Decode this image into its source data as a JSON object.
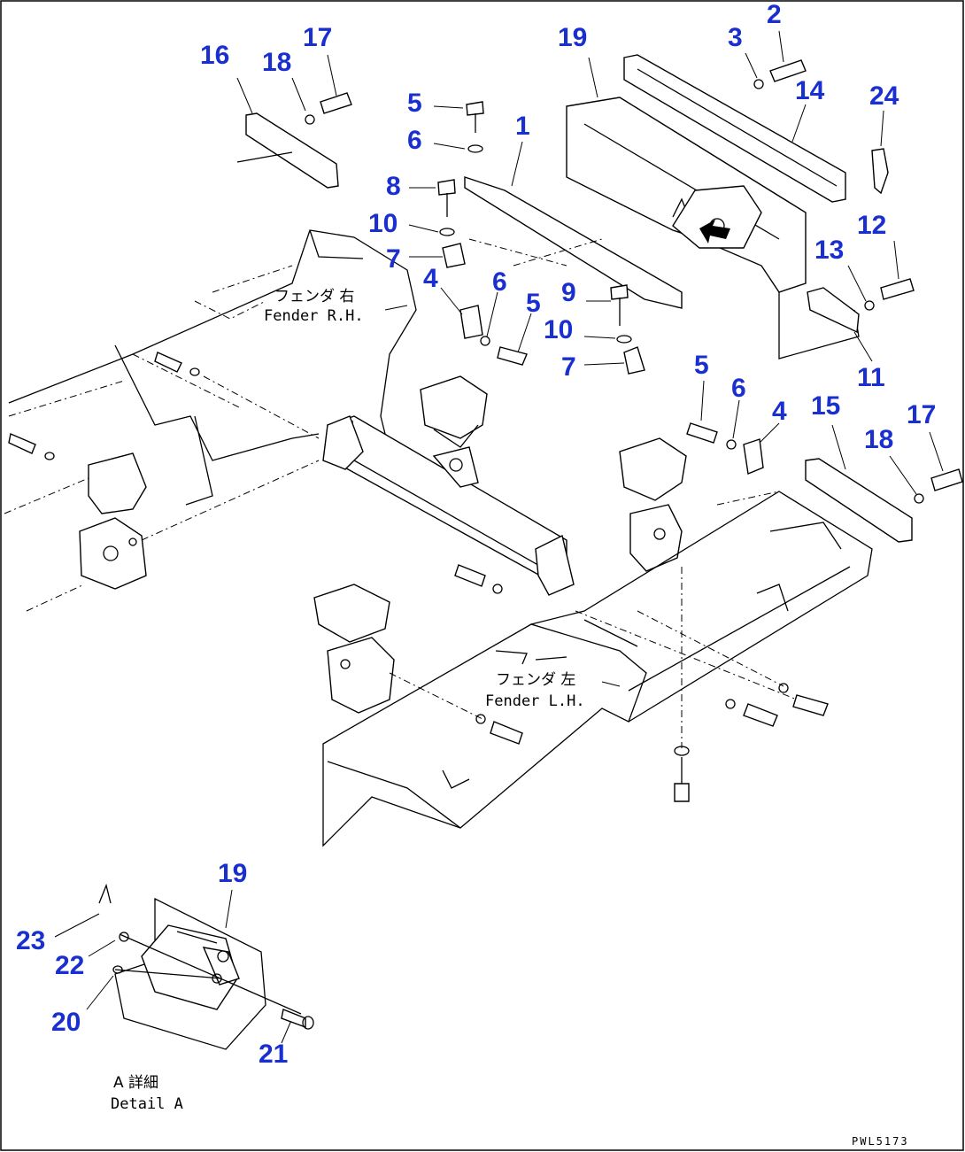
{
  "figure": {
    "code": "PWL5173",
    "fender_right_jp": "フェンダ 右",
    "fender_right_en": "Fender R.H.",
    "fender_left_jp": "フェンダ 左",
    "fender_left_en": "Fender L.H.",
    "detail_jp": "A 詳細",
    "detail_en": "Detail A"
  },
  "callouts": [
    {
      "id": "c16",
      "label": "16"
    },
    {
      "id": "c18a",
      "label": "18"
    },
    {
      "id": "c17a",
      "label": "17"
    },
    {
      "id": "c19a",
      "label": "19"
    },
    {
      "id": "c3",
      "label": "3"
    },
    {
      "id": "c2",
      "label": "2"
    },
    {
      "id": "c14",
      "label": "14"
    },
    {
      "id": "c24",
      "label": "24"
    },
    {
      "id": "c5a",
      "label": "5"
    },
    {
      "id": "c6a",
      "label": "6"
    },
    {
      "id": "c1",
      "label": "1"
    },
    {
      "id": "c8",
      "label": "8"
    },
    {
      "id": "c10a",
      "label": "10"
    },
    {
      "id": "c7a",
      "label": "7"
    },
    {
      "id": "c4a",
      "label": "4"
    },
    {
      "id": "c6b",
      "label": "6"
    },
    {
      "id": "c5b",
      "label": "5"
    },
    {
      "id": "c9",
      "label": "9"
    },
    {
      "id": "c10b",
      "label": "10"
    },
    {
      "id": "c7b",
      "label": "7"
    },
    {
      "id": "c12",
      "label": "12"
    },
    {
      "id": "c13",
      "label": "13"
    },
    {
      "id": "c11",
      "label": "11"
    },
    {
      "id": "c5c",
      "label": "5"
    },
    {
      "id": "c6c",
      "label": "6"
    },
    {
      "id": "c4b",
      "label": "4"
    },
    {
      "id": "c15",
      "label": "15"
    },
    {
      "id": "c17b",
      "label": "17"
    },
    {
      "id": "c18b",
      "label": "18"
    },
    {
      "id": "c19b",
      "label": "19"
    },
    {
      "id": "c23",
      "label": "23"
    },
    {
      "id": "c22",
      "label": "22"
    },
    {
      "id": "c20",
      "label": "20"
    },
    {
      "id": "c21",
      "label": "21"
    }
  ]
}
